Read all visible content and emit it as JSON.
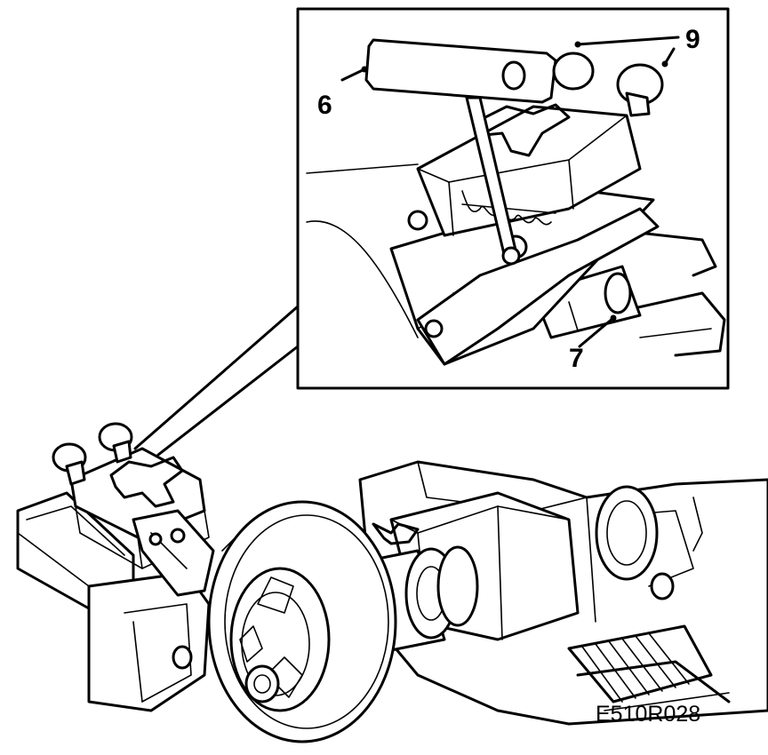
{
  "labels": {
    "part_6": "6",
    "part_9": "9",
    "part_7": "7"
  },
  "figure_code": "E510R028",
  "colors": {
    "ink": "#000000",
    "paper": "#ffffff"
  }
}
